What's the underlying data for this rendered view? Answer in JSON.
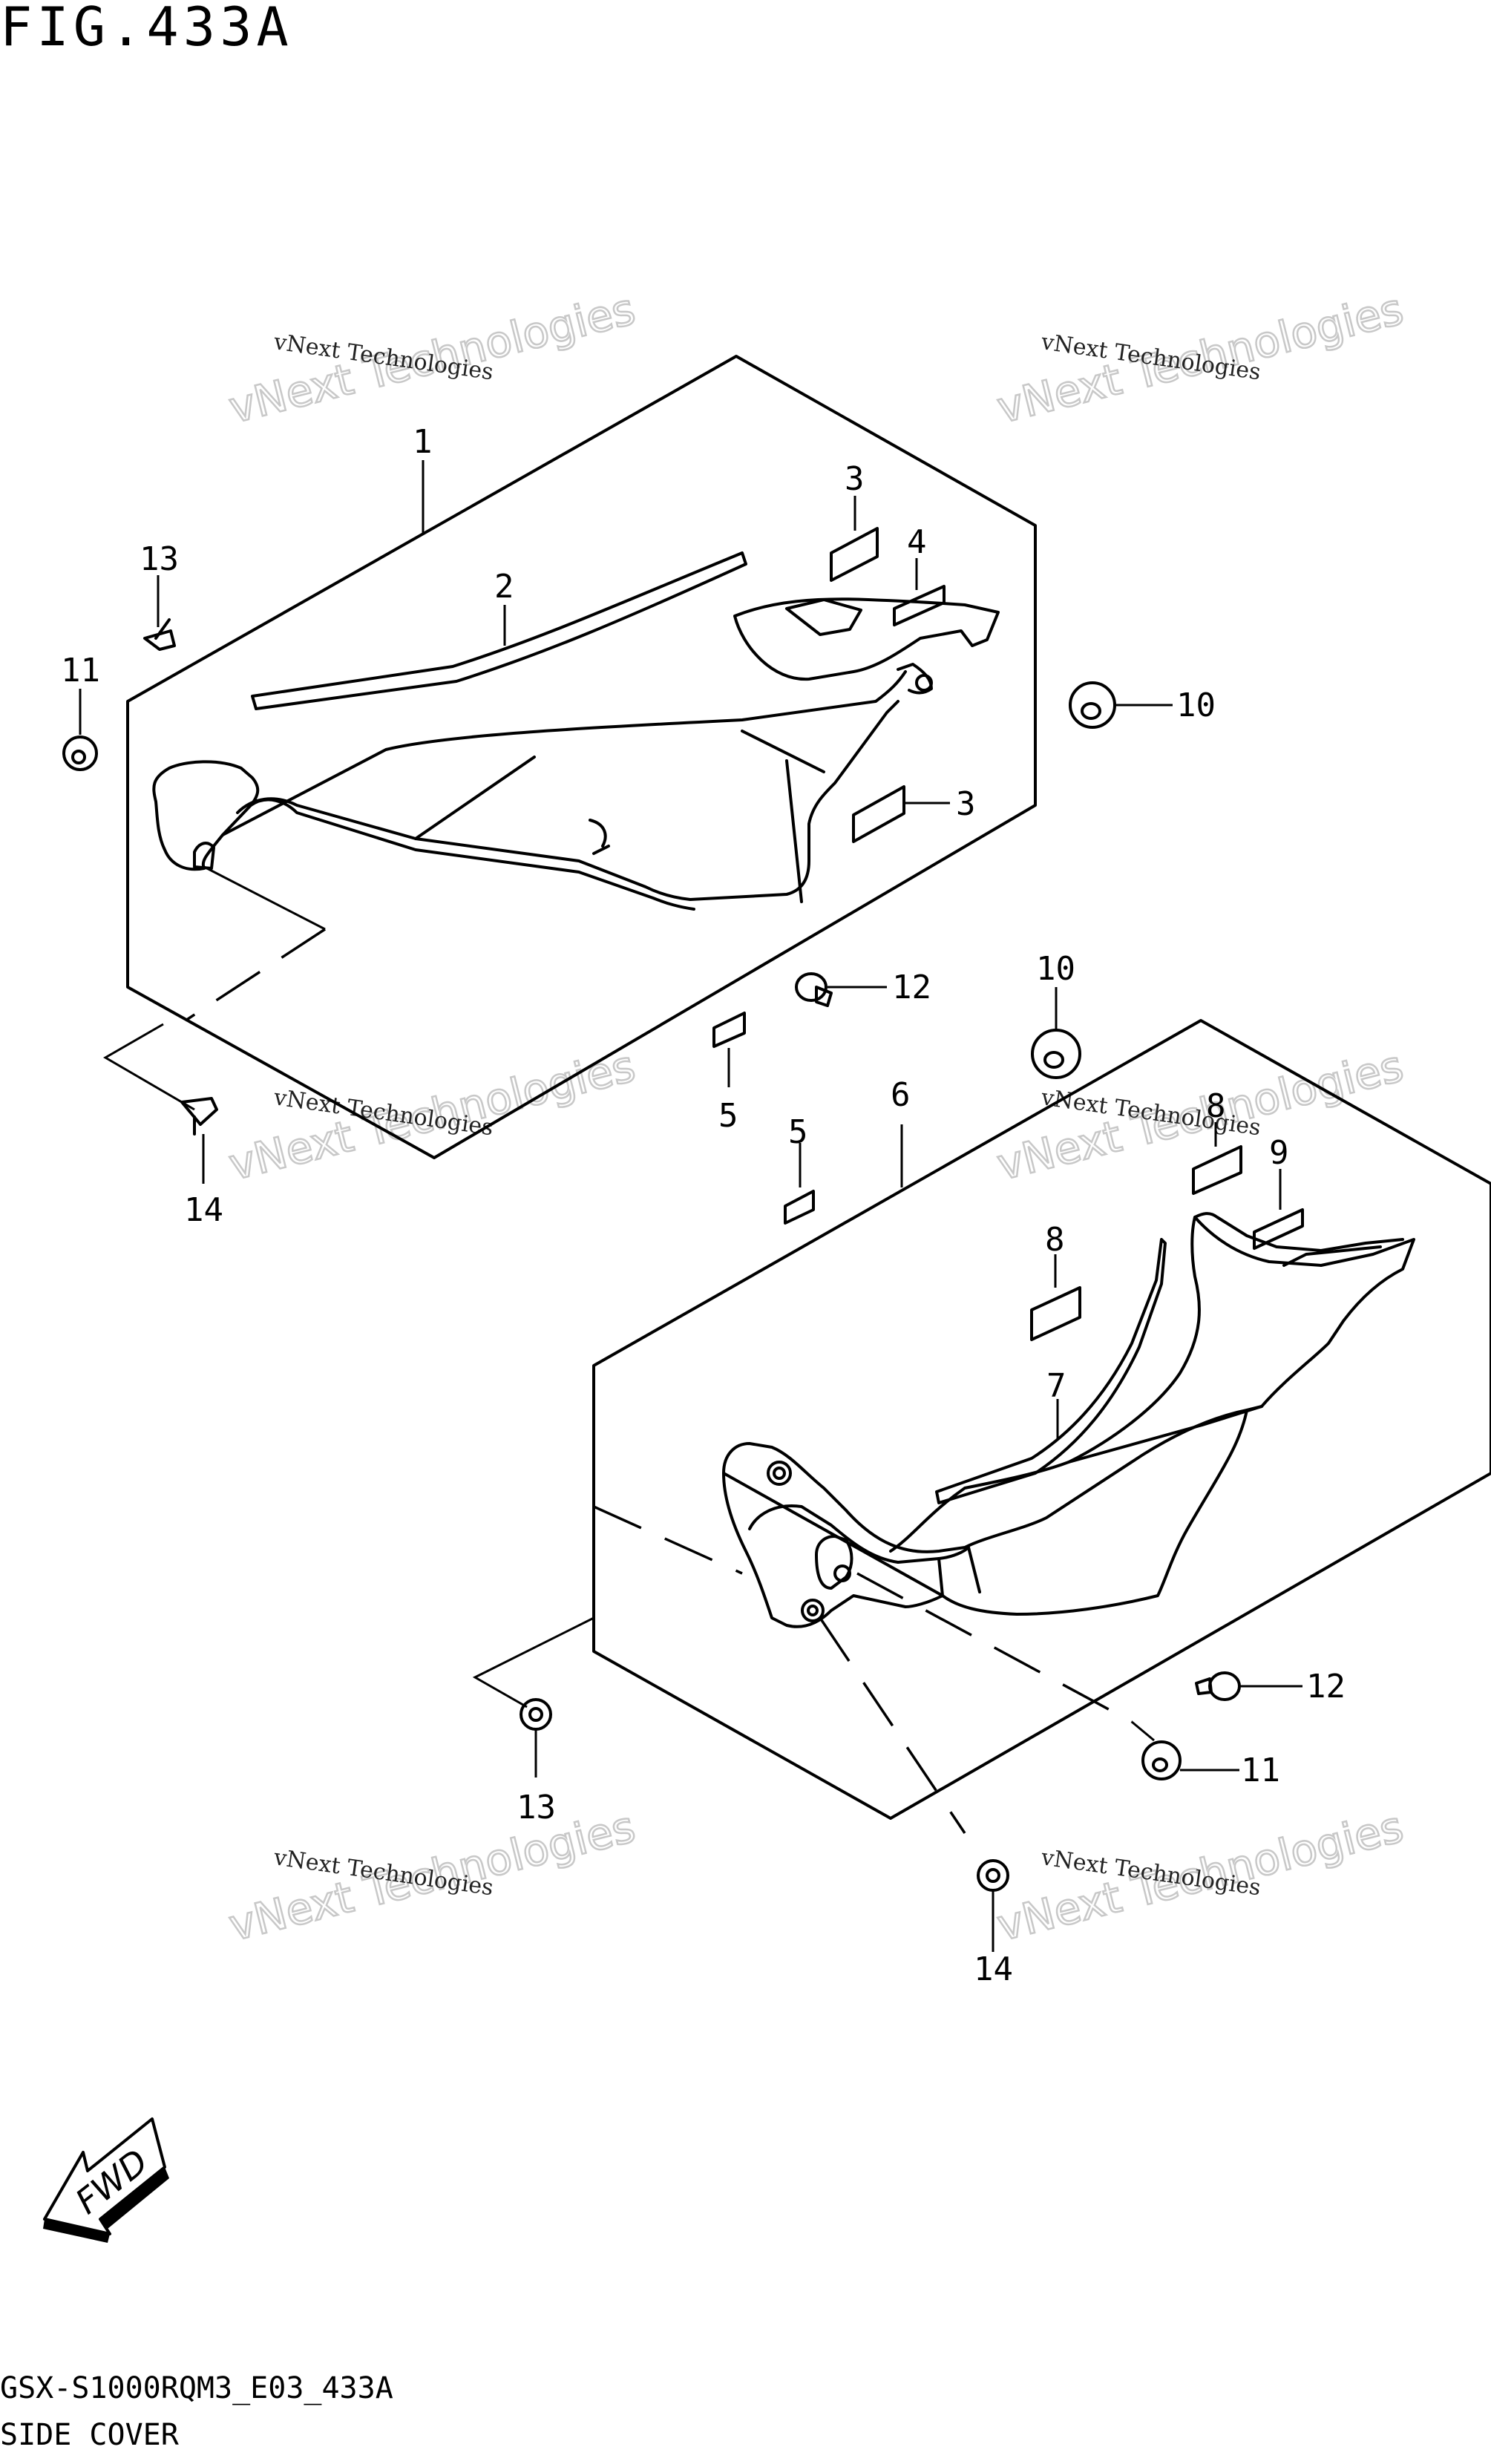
{
  "figure": {
    "title": "FIG.433A"
  },
  "footer": {
    "code": "GSX-S1000RQM3_E03_433A",
    "name": "SIDE COVER"
  },
  "watermark": {
    "line1": "vNext Technologies",
    "line2": "vNext Technologies"
  },
  "fwd_label": "FWD",
  "callouts": {
    "c1": "1",
    "c2": "2",
    "c3a": "3",
    "c3b": "3",
    "c4": "4",
    "c5a": "5",
    "c5b": "5",
    "c6": "6",
    "c7": "7",
    "c8a": "8",
    "c8b": "8",
    "c9": "9",
    "c10a": "10",
    "c10b": "10",
    "c11a": "11",
    "c11b": "11",
    "c12a": "12",
    "c12b": "12",
    "c13a": "13",
    "c13b": "13",
    "c14a": "14",
    "c14b": "14"
  }
}
